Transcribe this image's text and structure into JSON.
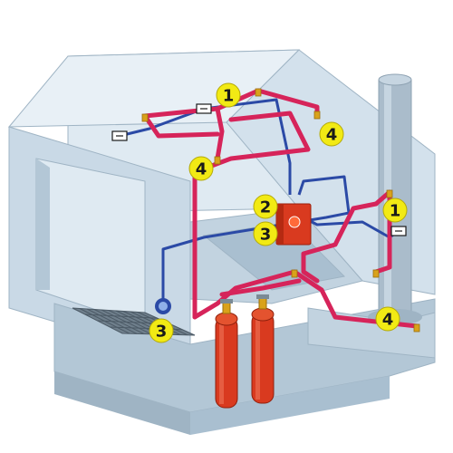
{
  "colors": {
    "background": "#ffffff",
    "wall_light": "#dfeaf2",
    "wall_mid": "#c9d9e6",
    "wall_dark": "#b3c7d6",
    "wall_edge": "#9fb4c4",
    "pipe_red": "#d6245a",
    "pipe_blue": "#2b4aa6",
    "cylinder_red": "#d93a1f",
    "valve_gold": "#d9a21b",
    "callout_fill": "#f2ea14",
    "callout_text": "#1a1a1a"
  },
  "callouts": [
    {
      "label": "1"
    },
    {
      "label": "4"
    },
    {
      "label": "4"
    },
    {
      "label": "2"
    },
    {
      "label": "3"
    },
    {
      "label": "1"
    },
    {
      "label": "3"
    },
    {
      "label": "4"
    }
  ],
  "components": {
    "detectors": [
      "detector-icon",
      "detector-icon",
      "detector-icon"
    ],
    "control_panel": "control-panel",
    "cylinders": [
      "gas-cylinder",
      "gas-cylinder"
    ],
    "alarm": "alarm-bell-icon"
  }
}
